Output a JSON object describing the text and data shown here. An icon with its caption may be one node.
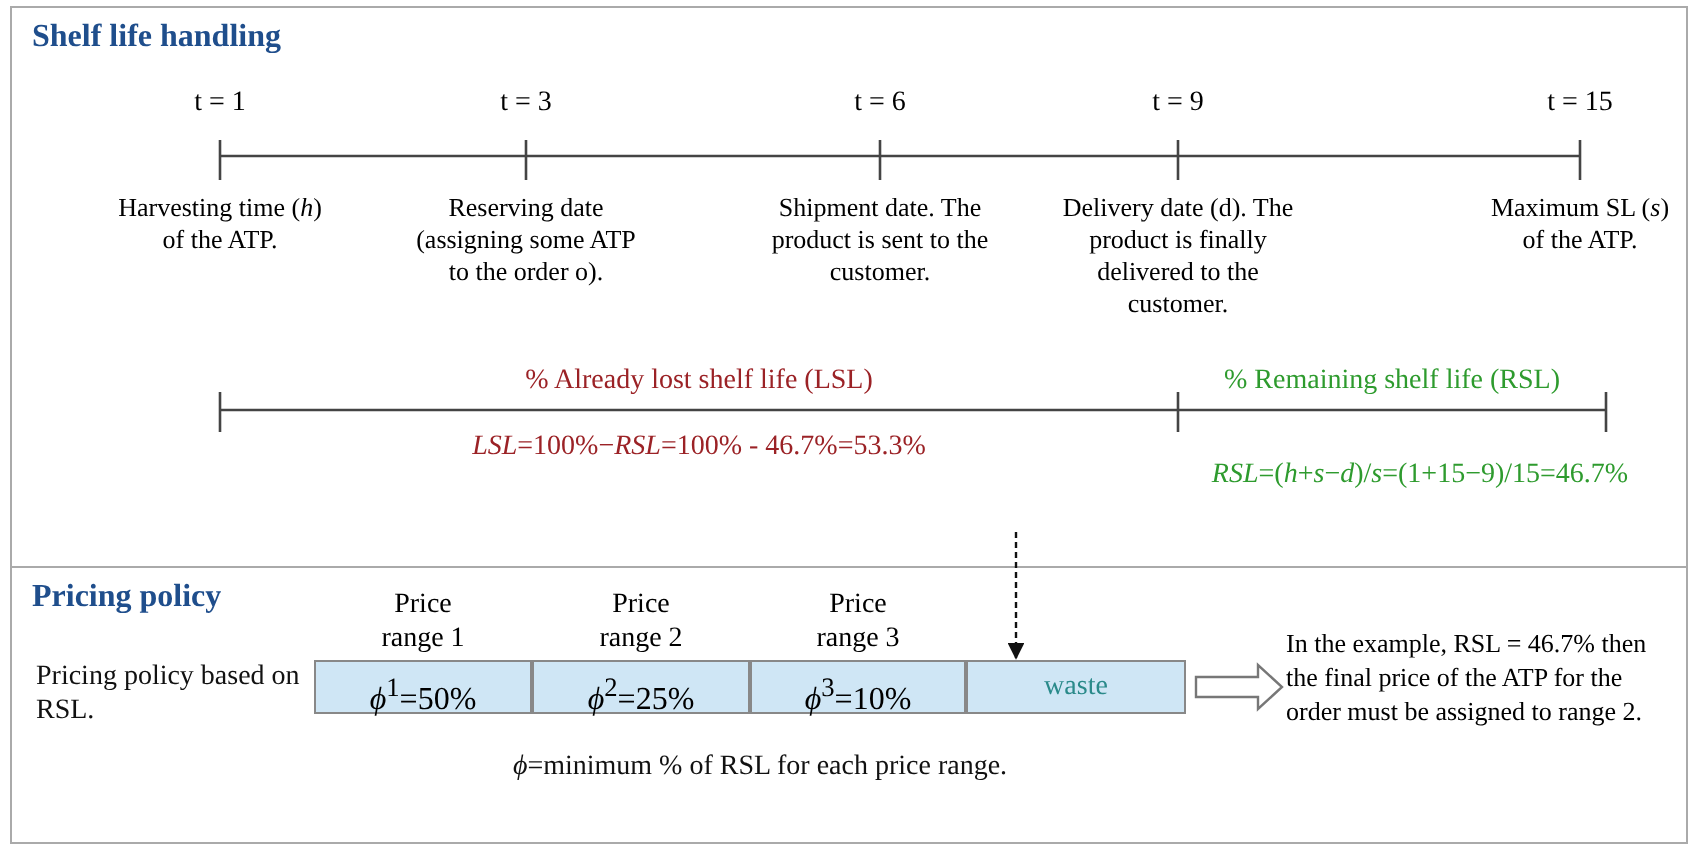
{
  "diagram": {
    "nodes": [
      {
        "text": [
          "Shelf life handling"
        ]
      },
      {
        "text": [
          "t = 1",
          "Harvesting time (*h*) of the ATP."
        ],
        "in": 0
      },
      {
        "text": [
          "t = 3",
          "Reserving date (assigning some ATP to the order o)."
        ],
        "in": 0
      },
      {
        "text": [
          "t = 6",
          "Shipment date. The product is sent to the customer."
        ],
        "in": 0
      },
      {
        "text": [
          "t = 9",
          "Delivery date (d). The product is finally delivered to the customer."
        ],
        "in": 0
      },
      {
        "text": [
          "t = 15",
          "Maximum SL (*s*) of the ATP."
        ],
        "in": 0
      },
      {
        "text": [
          "Pricing policy"
        ]
      },
      {
        "text": [
          "Price range 1",
          "*ϕ*$^{1}$=50%"
        ],
        "in": 6
      },
      {
        "text": [
          "Price range 2",
          "*ϕ*$^{2}$=25%"
        ],
        "in": 6
      },
      {
        "text": [
          "Price range 3",
          "*ϕ*$^{3}$=10%"
        ],
        "in": 6
      },
      {
        "text": [
          "waste"
        ],
        "in": 6
      },
      {
        "text": [
          "In the example, RSL = 46.7% then the final price of the ATP for the order must be assigned to range 2."
        ],
        "in": 6
      }
    ],
    "edges": [
      {
        "from": null,
        "to": 10,
        "arrow": "to",
        "style": "dashed"
      },
      {
        "from": 10,
        "to": 11,
        "arrow": "to"
      }
    ],
    "labels": [
      "% Already lost shelf life (LSL)",
      "*LSL*=100%−*RSL*=100% - 46.7%=53.3%",
      "% Remaining shelf life (RSL)",
      "*RSL*=(*h*+*s*−*d*)/*s*=(1+15−9)/15=46.7%",
      "Pricing policy based on RSL.",
      "*ϕ*=minimum % of RSL for each price range."
    ]
  }
}
